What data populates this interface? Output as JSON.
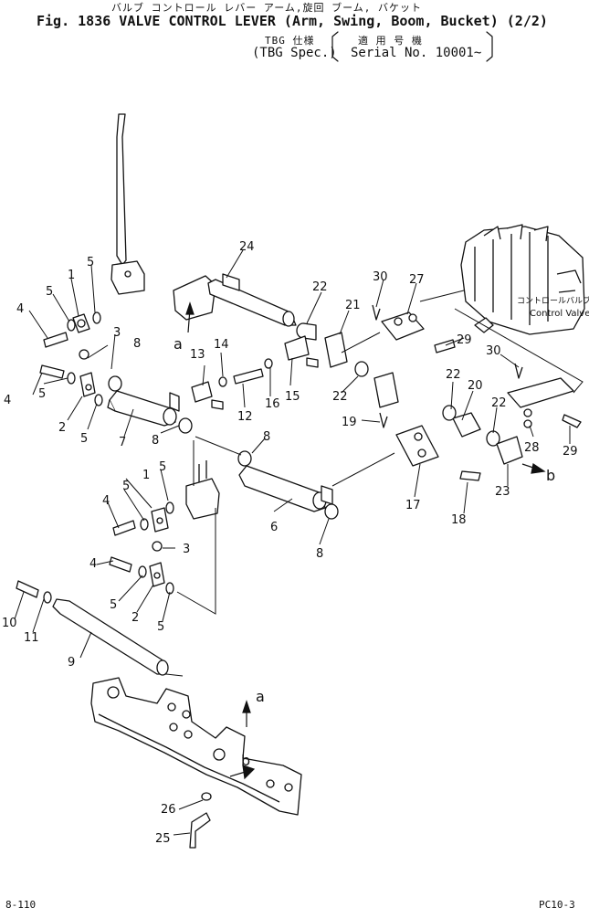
{
  "header": {
    "title_jp": "バルブ コントロール レバー アーム,旋回 ブーム, バケット",
    "title": "Fig. 1836   VALVE CONTROL LEVER (Arm, Swing, Boom, Bucket) (2/2)",
    "spec_jp": "TBG 仕様",
    "spec": "(TBG Spec.)",
    "serial_jp": "適 用 号 機",
    "serial": "Serial No. 10001~"
  },
  "valve_label_jp": "コントロールバルブ",
  "valve_label": "Control Valve",
  "view_arrows": {
    "a": "a",
    "b": "b"
  },
  "callouts": [
    "1",
    "2",
    "3",
    "4",
    "5",
    "6",
    "7",
    "8",
    "9",
    "10",
    "11",
    "12",
    "13",
    "14",
    "15",
    "16",
    "17",
    "18",
    "19",
    "20",
    "21",
    "22",
    "23",
    "24",
    "25",
    "26",
    "27",
    "28",
    "29",
    "30"
  ],
  "footer": {
    "page": "8-110",
    "model": "PC10-3"
  }
}
